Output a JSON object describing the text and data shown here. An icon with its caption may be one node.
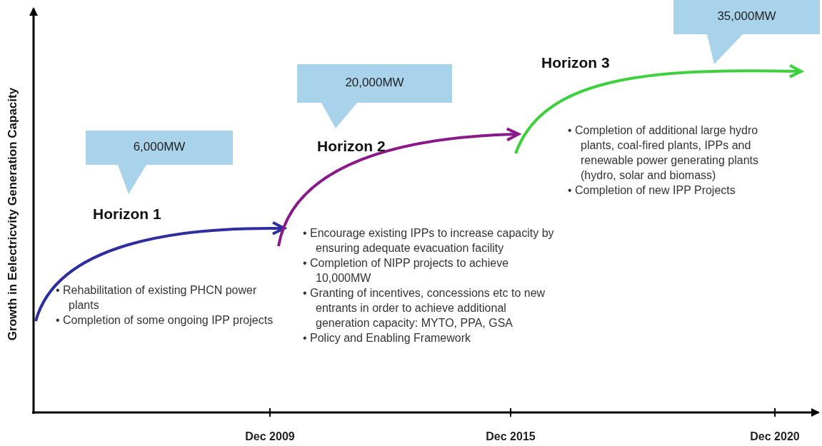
{
  "diagram": {
    "nodes": [
      {
        "text": [
          "6,000MW"
        ]
      },
      {
        "text": [
          "20,000MW"
        ]
      },
      {
        "text": [
          "35,000MW"
        ]
      }
    ],
    "labels": [
      "Growth in Eelectricvity Generation Capacity",
      "Horizon 1",
      "• Rehabilitation of existing PHCN power plants",
      "• Completion of some ongoing IPP projects",
      "Horizon 2",
      "• Encourage existing IPPs to increase capacity by ensuring adequate evacuation facility",
      "• Completion of NIPP projects to achieve 10,000MW",
      "• Granting of incentives, concessions etc to new entrants in order to achieve additional generation capacity: MYTO, PPA, GSA",
      "• Policy and Enabling Framework",
      "Horizon 3",
      "• Completion of additional large hydro plants, coal-fired plants, IPPs and renewable power generating plants (hydro, solar and biomass)",
      "• Completion of new IPP Projects",
      "Dec 2009",
      "Dec 2015",
      "Dec 2020"
    ]
  }
}
